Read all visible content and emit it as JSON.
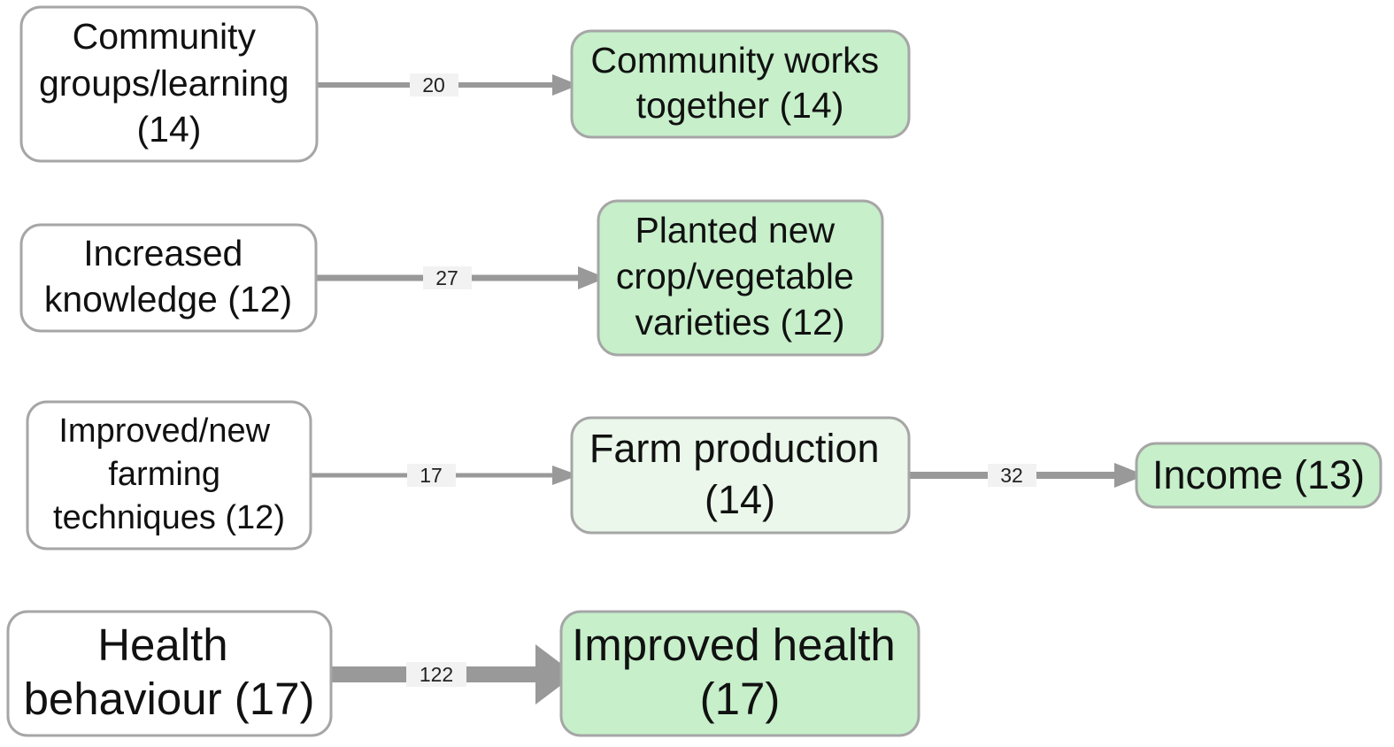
{
  "colors": {
    "node_border": "#a6a6a6",
    "edge": "#999999",
    "label_bg": "#f2f2f2",
    "white": "#ffffff",
    "light_green": "#eaf7ea",
    "green": "#c6efca",
    "text": "#111111"
  },
  "nodes": {
    "community_groups": {
      "lines": [
        "Community",
        "groups/learning",
        "(14)"
      ]
    },
    "community_works": {
      "lines": [
        "Community works",
        "together (14)"
      ]
    },
    "increased_knowledge": {
      "lines": [
        "Increased",
        "knowledge (12)"
      ]
    },
    "planted_varieties": {
      "lines": [
        "Planted new",
        "crop/vegetable",
        "varieties (12)"
      ]
    },
    "farming_techniques": {
      "lines": [
        "Improved/new",
        "farming",
        "techniques (12)"
      ]
    },
    "farm_production": {
      "lines": [
        "Farm production",
        "(14)"
      ]
    },
    "income": {
      "lines": [
        "Income (13)"
      ]
    },
    "health_behaviour": {
      "lines": [
        "Health",
        "behaviour (17)"
      ]
    },
    "improved_health": {
      "lines": [
        "Improved health",
        "(17)"
      ]
    }
  },
  "edges": [
    {
      "from": "community_groups",
      "to": "community_works",
      "label": "20"
    },
    {
      "from": "increased_knowledge",
      "to": "planted_varieties",
      "label": "27"
    },
    {
      "from": "farming_techniques",
      "to": "farm_production",
      "label": "17"
    },
    {
      "from": "farm_production",
      "to": "income",
      "label": "32"
    },
    {
      "from": "health_behaviour",
      "to": "improved_health",
      "label": "122"
    }
  ]
}
